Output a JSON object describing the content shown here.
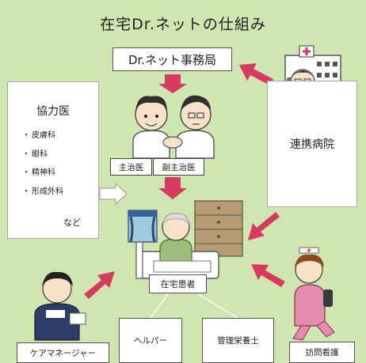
{
  "title": "在宅Dr.ネットの仕組み",
  "office": "Dr.ネット事務局",
  "cooperating_doctors": {
    "title": "協力医",
    "items": [
      "皮膚科",
      "眼科",
      "精神科",
      "形成外科"
    ],
    "etc": "など"
  },
  "partner_hospital": "連携病院",
  "doctor_labels": {
    "main": "主治医",
    "sub": "副主治医"
  },
  "patient": "在宅患者",
  "care_roles": {
    "care_manager": "ケアマネージャー",
    "helper": "ヘルパー",
    "dietitian": "管理栄養士",
    "visiting_nurse": "訪問看護"
  },
  "colors": {
    "background": "#cfe6b0",
    "arrow": "#d63a5f",
    "box_border": "#555555",
    "box_fill": "#ffffff"
  },
  "icons": [
    "hospital-building-icon",
    "doctor-icon",
    "patient-bed-icon",
    "nurse-icon",
    "care-manager-icon"
  ]
}
